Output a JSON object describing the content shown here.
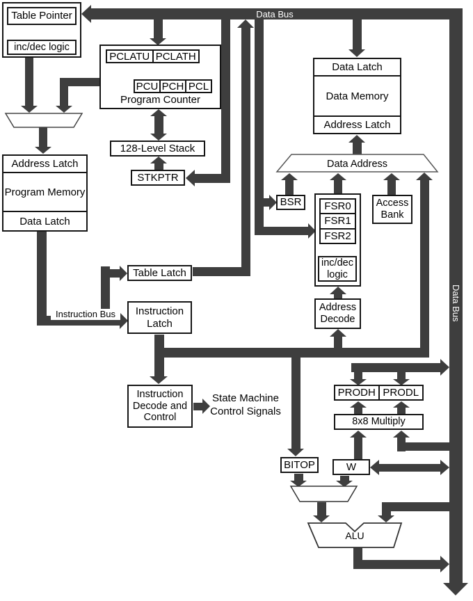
{
  "buses": {
    "data_bus_top": "Data Bus",
    "data_bus_right": "Data Bus",
    "instruction_bus": "Instruction Bus"
  },
  "blocks": {
    "table_pointer": "Table Pointer",
    "inc_dec_logic_left": "inc/dec logic",
    "pclatu": "PCLATU",
    "pclath": "PCLATH",
    "pcu": "PCU",
    "pch": "PCH",
    "pcl": "PCL",
    "program_counter": "Program Counter",
    "stack": "128-Level Stack",
    "stkptr": "STKPTR",
    "program_memory": {
      "address_latch": "Address Latch",
      "memory": "Program Memory",
      "data_latch": "Data Latch"
    },
    "data_memory": {
      "data_latch": "Data Latch",
      "memory": "Data Memory",
      "address_latch": "Address Latch"
    },
    "data_address": "Data Address",
    "bsr": "BSR",
    "fsr0": "FSR0",
    "fsr1": "FSR1",
    "fsr2": "FSR2",
    "inc_dec_logic_right": "inc/dec\nlogic",
    "address_decode": "Address\nDecode",
    "access_bank": "Access\nBank",
    "table_latch": "Table Latch",
    "instruction_latch": "Instruction\nLatch",
    "instruction_decode": "Instruction\nDecode and\nControl",
    "state_machine": "State Machine\nControl Signals",
    "prodh": "PRODH",
    "prodl": "PRODL",
    "multiply_8x8": "8x8 Multiply",
    "bitop": "BITOP",
    "w_register": "W",
    "alu": "ALU"
  },
  "colors": {
    "bus": "#3e3e3e",
    "border": "#151515",
    "background": "#ffffff",
    "bus_label_text": "#ffffff"
  }
}
